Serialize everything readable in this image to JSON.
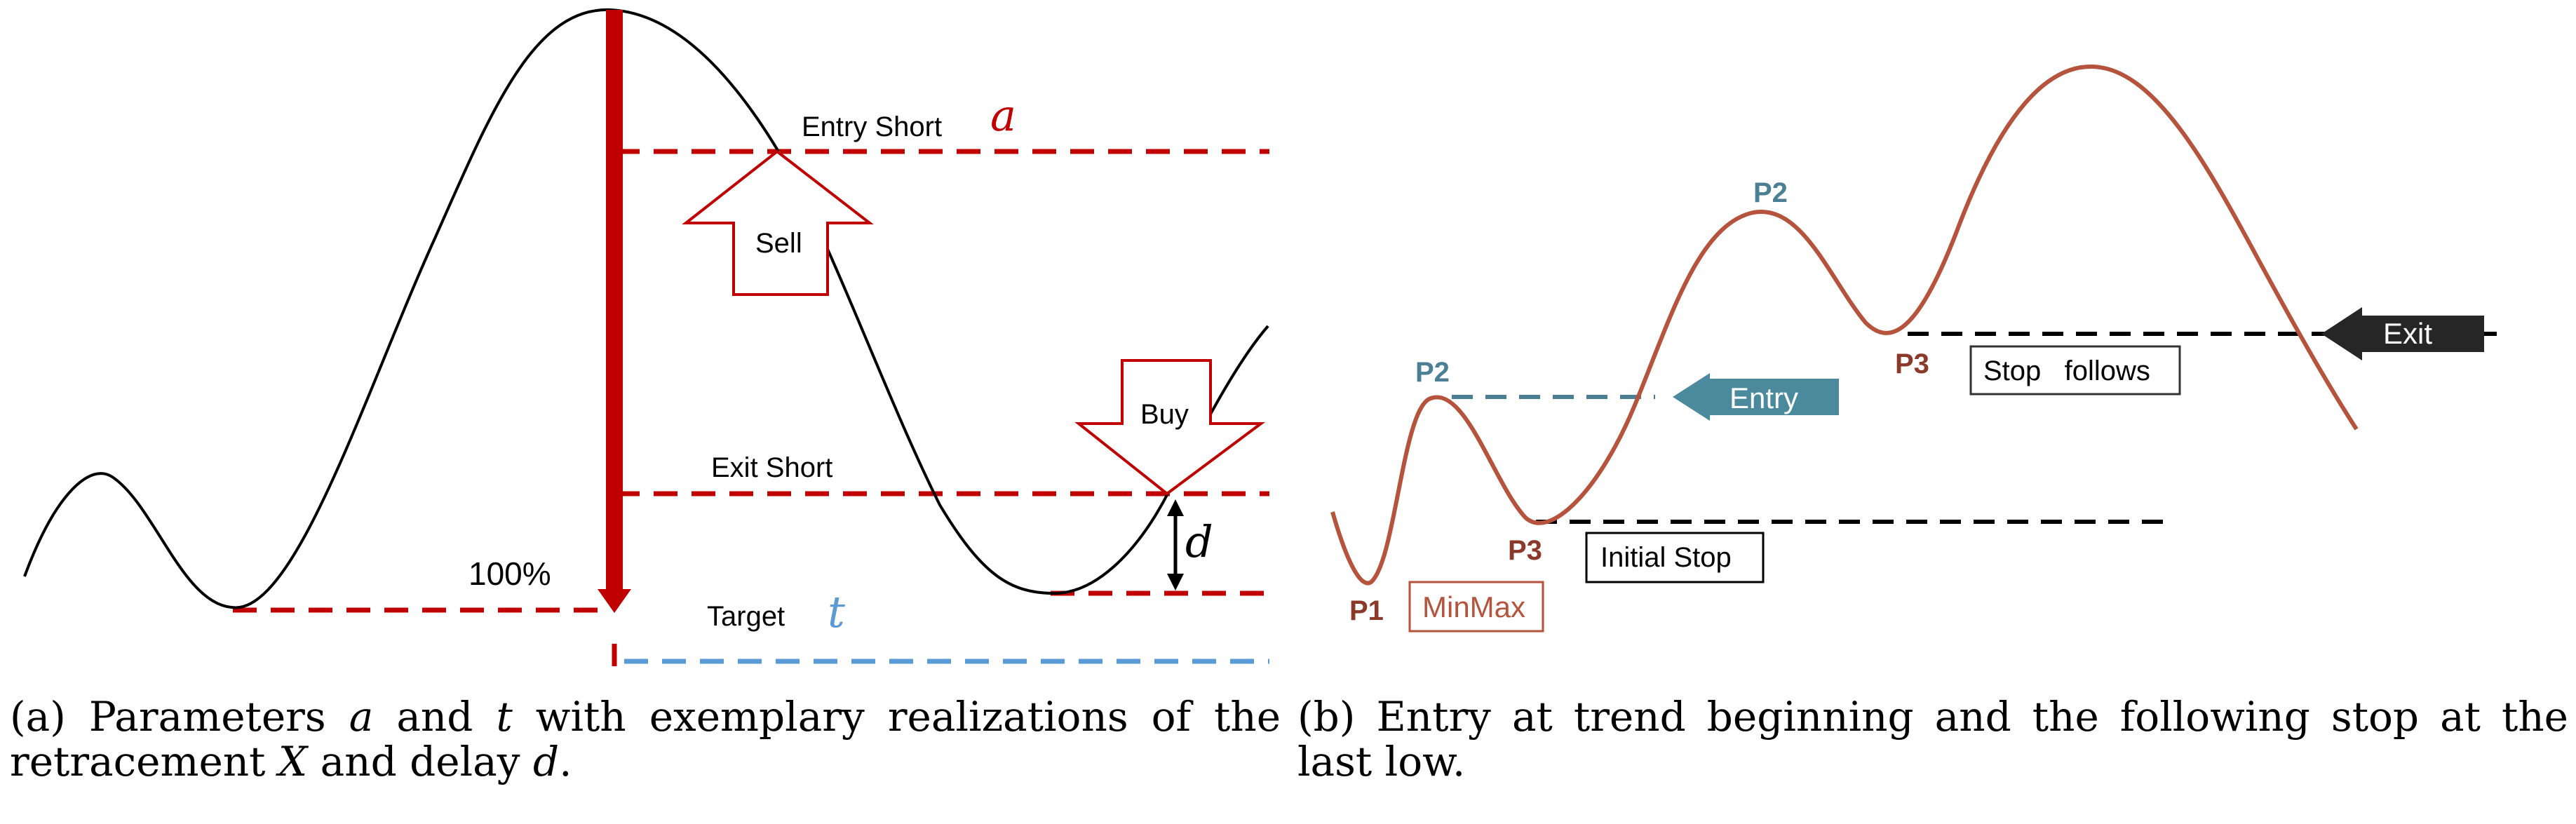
{
  "panel_a": {
    "labels": {
      "entry_short": "Entry Short",
      "exit_short": "Exit Short",
      "target": "Target",
      "percent": "100%",
      "sell": "Sell",
      "buy": "Buy",
      "param_a": "a",
      "param_t": "t",
      "param_d": "d"
    },
    "caption": {
      "tag": "(a)",
      "text_1": "Parameters",
      "var_a": "a",
      "text_2": "and",
      "var_t": "t",
      "text_3": "with exemplary realizations of the retracement",
      "var_x": "X",
      "text_4": "and delay",
      "var_d": "d",
      "text_5": "."
    },
    "colors": {
      "dashed_red": "#c00000",
      "dashed_blue": "#5b9bd5",
      "arrow_red": "#c00000",
      "price_line": "#000000",
      "param_a": "#c00000",
      "param_t": "#5b9bd5"
    }
  },
  "panel_b": {
    "labels": {
      "p1": "P1",
      "p2_low": "P2",
      "p3_low": "P3",
      "p2_high": "P2",
      "p3_high": "P3",
      "minmax": "MinMax",
      "initial_stop": "Initial Stop",
      "stop_follows": "Stop   follows",
      "entry": "Entry",
      "exit": "Exit"
    },
    "caption": {
      "tag": "(b)",
      "text": "Entry at trend beginning and the following stop at the last low."
    },
    "colors": {
      "price_line": "#b5533c",
      "point_label": "#8b3a2a",
      "p2_label": "#4a7f94",
      "entry_arrow": "#4a8a9c",
      "exit_arrow": "#262626",
      "dashed_black": "#000000",
      "dashed_teal": "#4a7f94"
    }
  }
}
